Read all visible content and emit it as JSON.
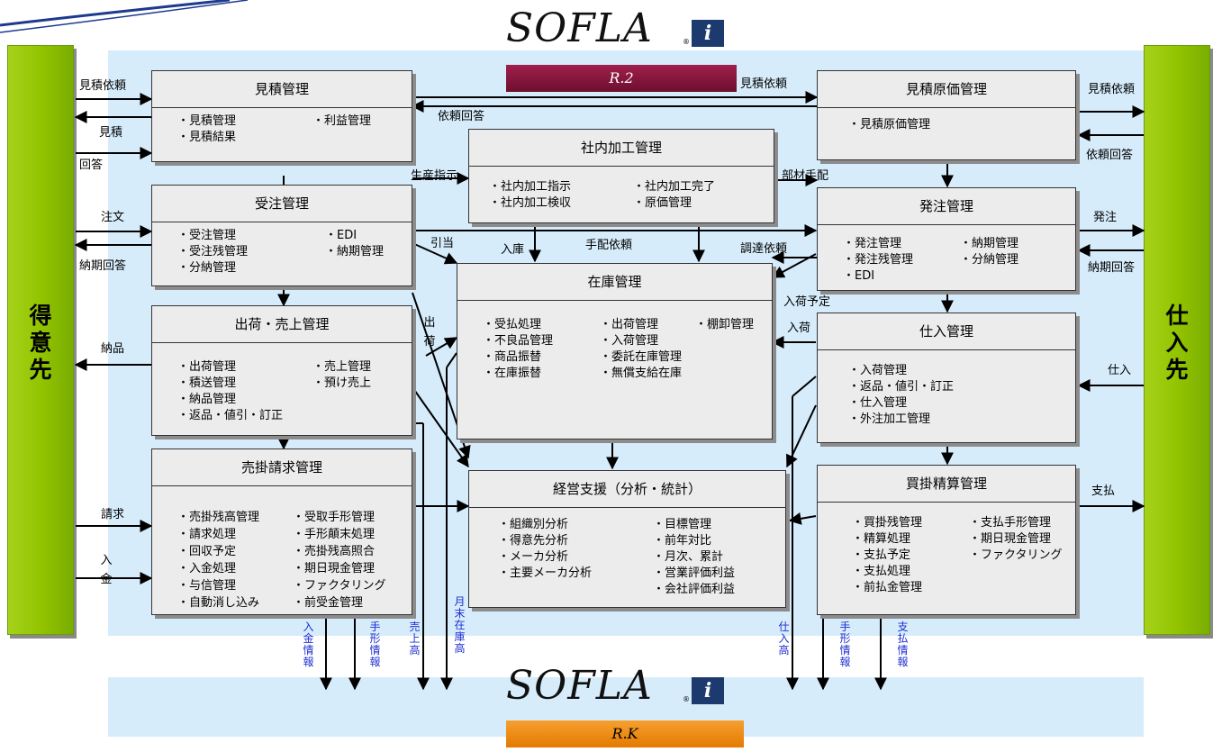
{
  "logo_top": {
    "word": "SOFLA",
    "reg": "®",
    "badge": "i",
    "edition": "R.2",
    "band_color": "#8b1a3e"
  },
  "logo_bottom": {
    "word": "SOFLA",
    "reg": "®",
    "badge": "i",
    "edition": "R.K",
    "band_color": "#f08c10"
  },
  "colors": {
    "panel": "#d6ecfb",
    "side": "#92c400",
    "blue_text": "#1f2fd1",
    "box": "#ececec"
  },
  "left_party": "得意先",
  "right_party": "仕入先",
  "modules": {
    "mitsumori": {
      "title": "見積管理",
      "items": [
        "・見積管理",
        "・利益管理",
        "・見積結果"
      ]
    },
    "juchu": {
      "title": "受注管理",
      "items": [
        "・受注管理",
        "・EDI",
        "・受注残管理",
        "・納期管理",
        "・分納管理"
      ]
    },
    "shukka": {
      "title": "出荷・売上管理",
      "items": [
        "・出荷管理",
        "・売上管理",
        "・積送管理",
        "・預け売上",
        "・納品管理",
        "・返品・値引・訂正"
      ]
    },
    "urikake": {
      "title": "売掛請求管理",
      "items": [
        "・売掛残高管理",
        "・受取手形管理",
        "・請求処理",
        "・手形顛末処理",
        "・回収予定",
        "・売掛残高照合",
        "・入金処理",
        "・期日現金管理",
        "・与信管理",
        "・ファクタリング",
        "・自動消し込み",
        "・前受金管理"
      ]
    },
    "shanai": {
      "title": "社内加工管理",
      "items": [
        "・社内加工指示",
        "・社内加工完了",
        "・社内加工検収",
        "・原価管理"
      ]
    },
    "zaiko": {
      "title": "在庫管理",
      "items": [
        "・受払処理",
        "・出荷管理",
        "・棚卸管理",
        "・不良品管理",
        "・入荷管理",
        "・商品振替",
        "・委託在庫管理",
        "・在庫振替",
        "・無償支給在庫"
      ]
    },
    "keiei": {
      "title": "経営支援（分析・統計）",
      "items": [
        "・組織別分析",
        "・目標管理",
        "・得意先分析",
        "・前年対比",
        "・メーカ分析",
        "・月次、累計",
        "・主要メーカ分析",
        "・営業評価利益",
        "・会社評価利益"
      ]
    },
    "genka": {
      "title": "見積原価管理",
      "items": [
        "・見積原価管理"
      ]
    },
    "hatchu": {
      "title": "発注管理",
      "items": [
        "・発注管理",
        "・納期管理",
        "・発注残管理",
        "・分納管理",
        "・EDI"
      ]
    },
    "shiire": {
      "title": "仕入管理",
      "items": [
        "・入荷管理",
        "・返品・値引・訂正",
        "・仕入管理",
        "・外注加工管理"
      ]
    },
    "kaikake": {
      "title": "買掛精算管理",
      "items": [
        "・買掛残管理",
        "・支払手形管理",
        "・精算処理",
        "・期日現金管理",
        "・支払予定",
        "・ファクタリング",
        "・支払処理",
        "・前払金管理"
      ]
    }
  },
  "labels": {
    "l_mitsumori_irai": "見積依頼",
    "l_mitsumori": "見積",
    "l_kaito": "回答",
    "l_chumon": "注文",
    "l_noki_kaito": "納期回答",
    "l_nohin": "納品",
    "l_seikyu": "請求",
    "l_nyukin": "入金",
    "m_mitsumori_irai": "見積依頼",
    "m_irai_kaito": "依頼回答",
    "m_seisan_shiji": "生産指示",
    "m_hikiate": "引当",
    "m_nyuko": "入庫",
    "m_tehai_irai": "手配依頼",
    "m_chotatsu_irai": "調達依頼",
    "m_buzai_tehai": "部材手配",
    "m_nyuka_yotei": "入荷予定",
    "m_nyuka": "入荷",
    "m_shukka": "出荷",
    "r_mitsumori_irai": "見積依頼",
    "r_irai_kaito": "依頼回答",
    "r_hatchu": "発注",
    "r_noki_kaito": "納期回答",
    "r_shiire": "仕入",
    "r_shiharai": "支払"
  },
  "bottom_flows": [
    "入金情報",
    "手形情報",
    "売上高",
    "月末在庫高",
    "仕入高",
    "手形情報",
    "支払情報"
  ]
}
